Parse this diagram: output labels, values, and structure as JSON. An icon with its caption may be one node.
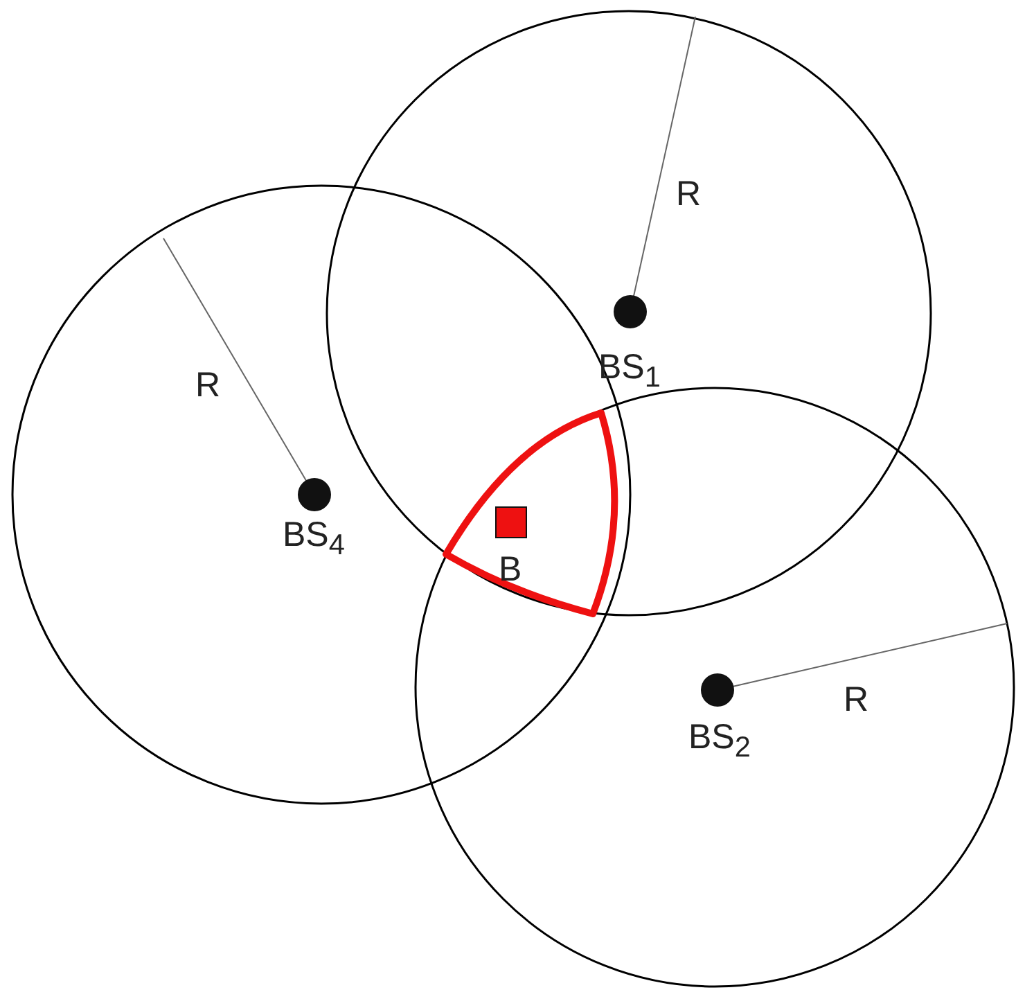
{
  "diagram": {
    "labels": [
      "R",
      "BS$_{1}$",
      "R",
      "BS$_{4}$",
      "B",
      "R",
      "BS$_{2}$"
    ]
  }
}
